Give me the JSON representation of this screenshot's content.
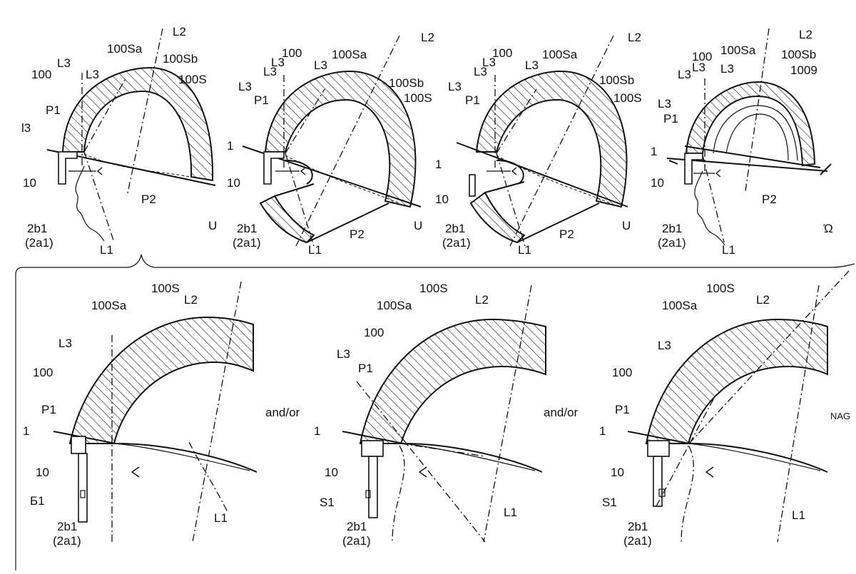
{
  "figure": {
    "labels": {
      "L1": "L1",
      "L2": "L2",
      "L3": "L3",
      "P1": "P1",
      "P2": "P2",
      "U": "U",
      "one": "1",
      "ten": "10",
      "helmet": "100",
      "s": "100S",
      "sa": "100Sa",
      "sb": "100Sb",
      "s_mirror": "1009",
      "b1": "2b1",
      "a1": "(2a1)",
      "s1": "S1",
      "s1_alt": "Б1",
      "l3_alt": "Ɩ3",
      "ten_alt": "1o",
      "u_alt": "Ώ"
    },
    "connector": "and/or",
    "edge_text": "NAG"
  }
}
